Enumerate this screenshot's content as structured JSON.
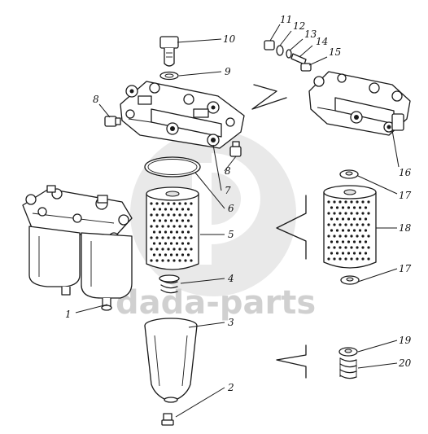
{
  "watermark": {
    "brand": "dada-parts"
  },
  "callouts": [
    "1",
    "2",
    "3",
    "4",
    "5",
    "6",
    "7",
    "8",
    "8",
    "9",
    "10",
    "11",
    "12",
    "13",
    "14",
    "15",
    "16",
    "17",
    "17",
    "18",
    "19",
    "20"
  ]
}
